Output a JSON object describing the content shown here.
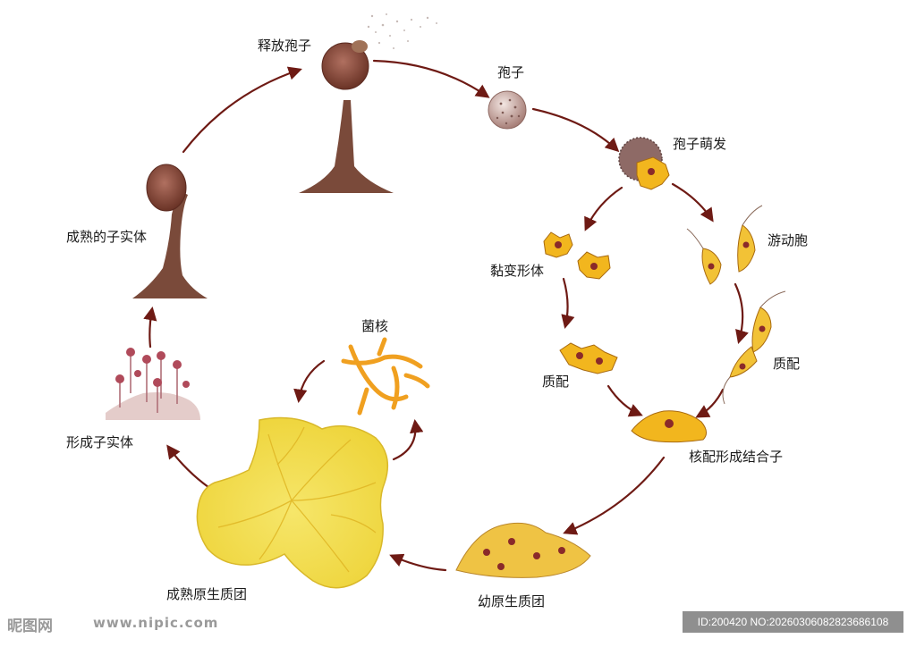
{
  "labels": {
    "release_spores": "释放孢子",
    "spore": "孢子",
    "spore_germination": "孢子萌发",
    "swarm_cell": "游动胞",
    "myxamoeba": "黏变形体",
    "plasmogamy_left": "质配",
    "plasmogamy_right": "质配",
    "zygote": "核配形成结合子",
    "young_plasmodium": "幼原生质团",
    "mature_plasmodium": "成熟原生质团",
    "sclerotium": "菌核",
    "forming_fruiting_body": "形成子实体",
    "mature_fruiting_body": "成熟的子实体"
  },
  "watermark": {
    "logo": "昵图网",
    "site": "www.nipic.com",
    "id": "ID:200420 NO:20260306082823686108"
  },
  "colors": {
    "arrow": "#6e1a14",
    "stalk": "#7a4a3a",
    "plasmodium": "#f2dc3c",
    "amoeba": "#f2b61e",
    "sclerotium": "#f0a020"
  }
}
